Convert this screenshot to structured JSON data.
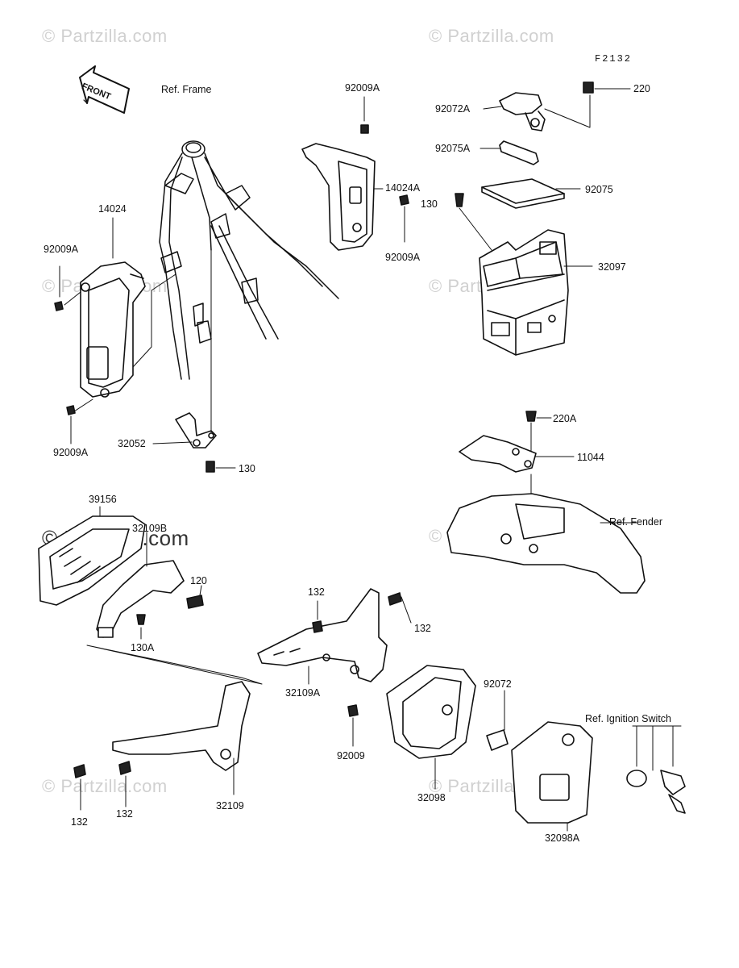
{
  "figure_code": "F2132",
  "front_label": "FRONT",
  "watermark": "© Partzilla.com",
  "labels": {
    "ref_frame": "Ref. Frame",
    "p92009A_top": "92009A",
    "p14024A": "14024A",
    "p92009A_mid": "92009A",
    "p14024": "14024",
    "p92009A_left": "92009A",
    "p92009A_left_bottom": "92009A",
    "p32052": "32052",
    "p130_a": "130",
    "p92072A": "92072A",
    "p220": "220",
    "p92075A": "92075A",
    "p92075": "92075",
    "p130_b": "130",
    "p32097": "32097",
    "p220A": "220A",
    "p11044": "11044",
    "ref_fender": "Ref. Fender",
    "p39156": "39156",
    "p32109B": "32109B",
    "p120": "120",
    "p130A": "130A",
    "p132_a": "132",
    "p132_b": "132",
    "p32109A": "32109A",
    "p92072": "92072",
    "ref_ignition": "Ref. Ignition Switch",
    "p92009": "92009",
    "p32098": "32098",
    "p32098A": "32098A",
    "p132_c": "132",
    "p132_d": "132",
    "p32109": "32109"
  }
}
